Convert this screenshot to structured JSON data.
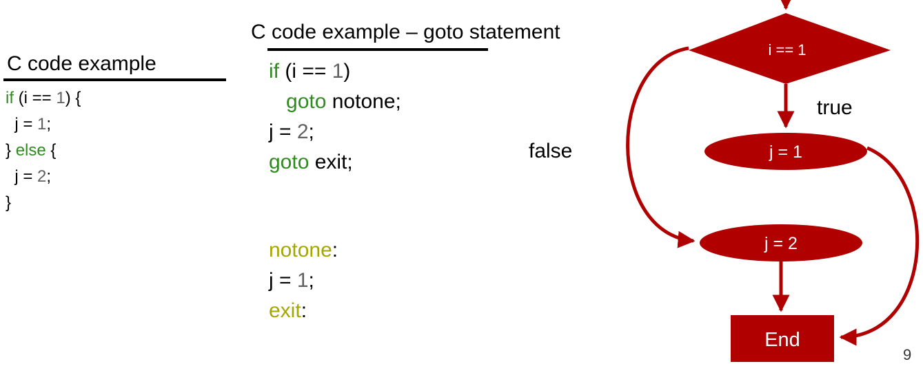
{
  "left": {
    "title": "C code example",
    "code": [
      [
        "if",
        " (i == ",
        "1",
        ") {"
      ],
      [
        "  j = ",
        "1",
        ";"
      ],
      [
        "} ",
        "else",
        " {"
      ],
      [
        "  j = ",
        "2",
        ";"
      ],
      [
        "}"
      ]
    ]
  },
  "middle": {
    "title": "C code example – goto statement",
    "code": [
      [
        "if",
        " (i == ",
        "1",
        ")"
      ],
      [
        "   ",
        "goto",
        " notone;"
      ],
      [
        "j = ",
        "2",
        ";"
      ],
      [
        "goto",
        " exit;"
      ],
      [
        "notone",
        ":"
      ],
      [
        "j = ",
        "1",
        ";"
      ],
      [
        "exit",
        ":"
      ]
    ]
  },
  "flowchart": {
    "decision": "i == 1",
    "true_label": "true",
    "false_label": "false",
    "node_j1": "j = 1",
    "node_j2": "j = 2",
    "end": "End",
    "color": "#b00000"
  },
  "slide_number": "9"
}
